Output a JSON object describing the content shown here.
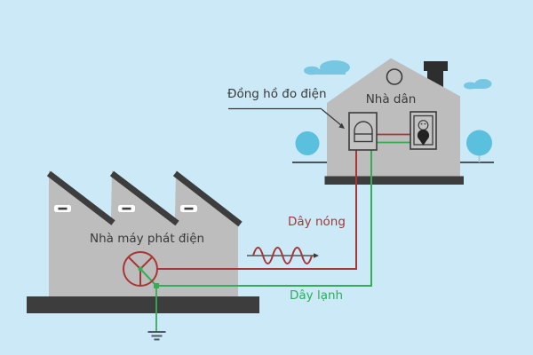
{
  "scene": {
    "background_color": "#cbe9f6",
    "labels": {
      "meter_label": "Đồng hồ đo điện",
      "house_label": "Nhà dân",
      "plant_label": "Nhà máy phát điện",
      "hot_wire_label": "Dây nóng",
      "cold_wire_label": "Dây lạnh"
    },
    "colors": {
      "building_gray": "#bdbdbd",
      "dark_structure": "#3d3d3d",
      "chimney_dark": "#2e2e2e",
      "hot_wire_red": "#a83636",
      "cold_wire_green": "#35ad55",
      "tree_blue": "#5bbfde",
      "cloud_blue": "#77c7e3",
      "label_dark": "#3a3a3a",
      "window_white": "#ffffff"
    },
    "icons": [
      "factory-building-icon",
      "generator-icon",
      "sine-wave-icon",
      "ground-icon",
      "house-icon",
      "chimney-icon",
      "round-window-icon",
      "electric-meter-icon",
      "power-outlet-icon",
      "plug-icon",
      "tree-icon",
      "cloud-icon"
    ]
  }
}
